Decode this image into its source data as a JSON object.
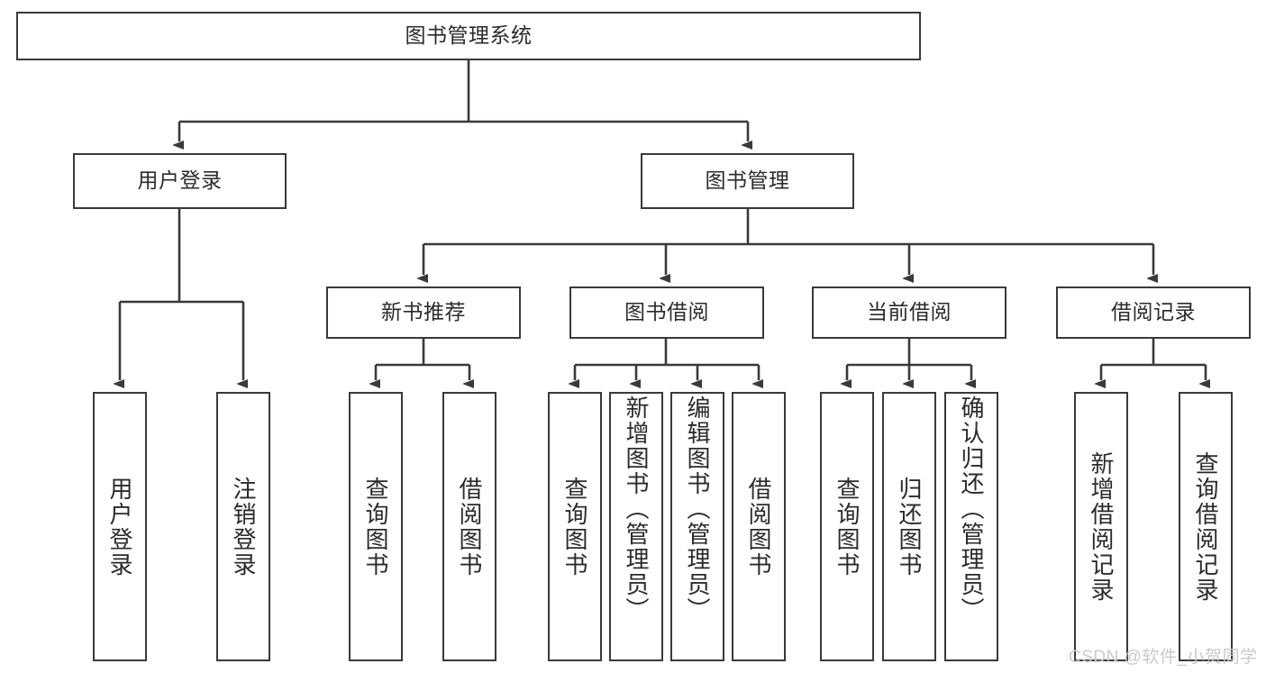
{
  "diagram": {
    "title": "图书管理系统",
    "type": "tree-hierarchy",
    "root": {
      "label": "图书管理系统"
    },
    "level2": [
      {
        "label": "用户登录"
      },
      {
        "label": "图书管理"
      }
    ],
    "level3": [
      {
        "label": "新书推荐"
      },
      {
        "label": "图书借阅"
      },
      {
        "label": "当前借阅"
      },
      {
        "label": "借阅记录"
      }
    ],
    "leaves": {
      "user_login": [
        {
          "label": "用户登录"
        },
        {
          "label": "注销登录"
        }
      ],
      "new_book_recommend": [
        {
          "label": "查询图书"
        },
        {
          "label": "借阅图书"
        }
      ],
      "book_borrow": [
        {
          "label": "查询图书"
        },
        {
          "label": "新增图书（管理员）"
        },
        {
          "label": "编辑图书（管理员）"
        },
        {
          "label": "借阅图书"
        }
      ],
      "current_borrow": [
        {
          "label": "查询图书"
        },
        {
          "label": "归还图书"
        },
        {
          "label": "确认归还（管理员）"
        }
      ],
      "borrow_record": [
        {
          "label": "新增借阅记录"
        },
        {
          "label": "查询借阅记录"
        }
      ]
    }
  },
  "watermark": {
    "text": "CSDN @软件_小贺同学"
  },
  "colors": {
    "box_border": "#3a3a3a",
    "box_fill": "#ffffff",
    "text": "#2b2b2b",
    "wire": "#3a3a3a",
    "watermark": "#c9c9c9",
    "background": "#ffffff"
  }
}
